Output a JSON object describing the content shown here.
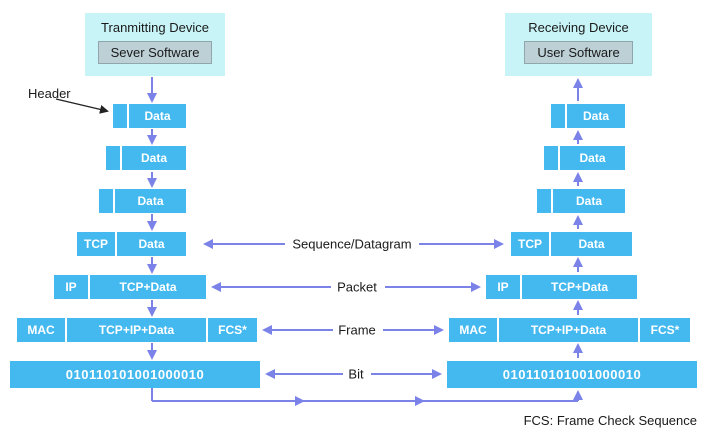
{
  "devices": {
    "transmitting": {
      "title": "Tranmitting Device",
      "software": "Sever Software"
    },
    "receiving": {
      "title": "Receiving Device",
      "software": "User Software"
    }
  },
  "annotations": {
    "header": "Header",
    "fcs_note": "FCS: Frame Check Sequence"
  },
  "exchange_labels": {
    "transport": "Sequence/Datagram",
    "network": "Packet",
    "datalink": "Frame",
    "physical": "Bit"
  },
  "stack_labels": {
    "data": "Data",
    "tcp": "TCP",
    "ip": "IP",
    "tcp_data": "TCP+Data",
    "mac": "MAC",
    "tcp_ip_data": "TCP+IP+Data",
    "fcs": "FCS*",
    "bits": "010110101001000010"
  },
  "colors": {
    "box_blue": "#44B9F0",
    "device_bg": "#C9F4F7",
    "software_bg": "#BCD0D6",
    "software_border": "#8FA6AD",
    "arrow": "#7B82E8",
    "text_dark": "#1A1A1A"
  }
}
